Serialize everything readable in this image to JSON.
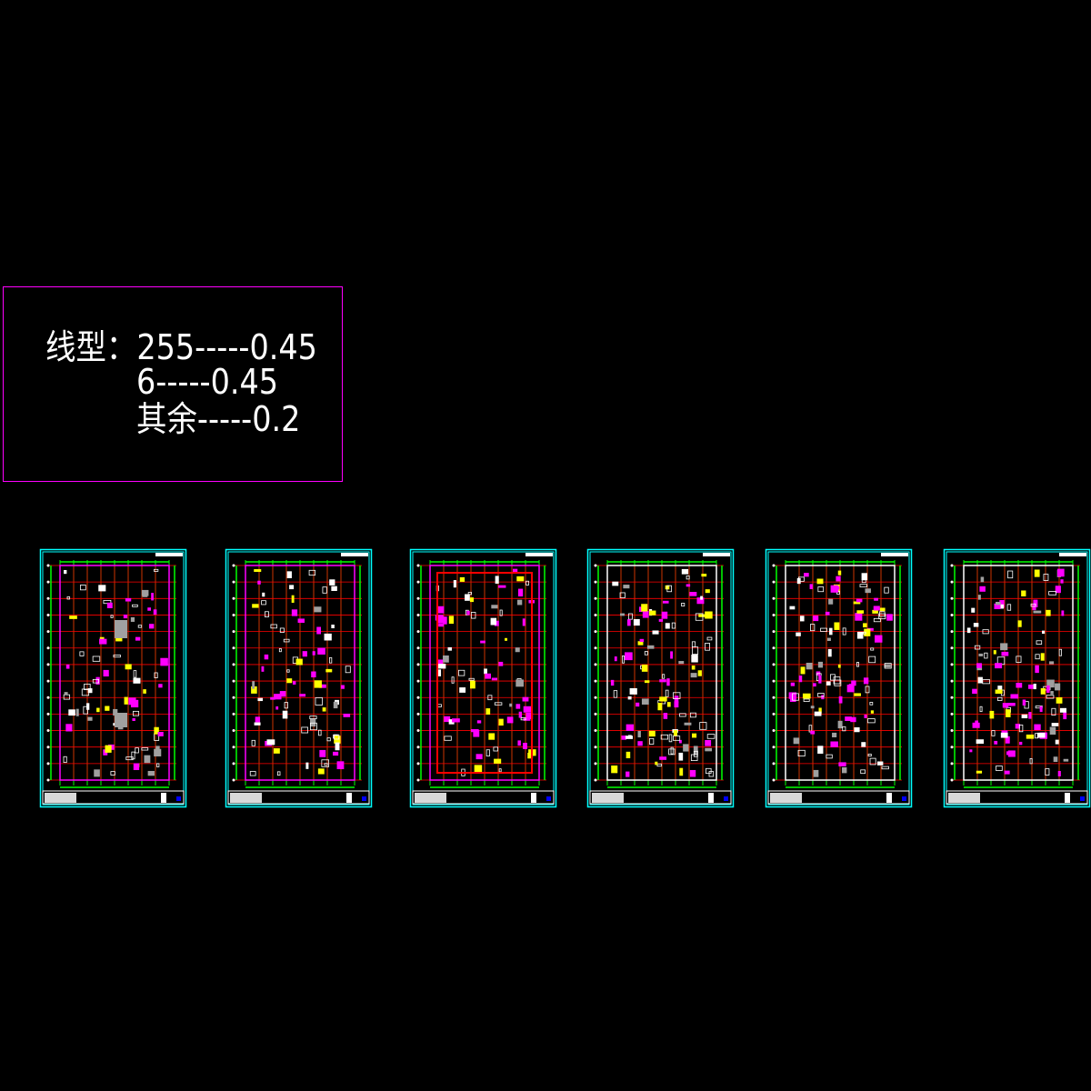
{
  "legend": {
    "title": "线型：",
    "lines": [
      "255-----0.45",
      "6-----0.45",
      "其余-----0.2"
    ]
  },
  "colors": {
    "background": "#000000",
    "legend_border": "#ff00ff",
    "frame": "#00ffff",
    "grid": "#00ff00",
    "axis": "#ff0000",
    "wall": "#ff00ff",
    "fill": "#ffffff",
    "highlight": "#ffff00",
    "gray": "#a0a0a0",
    "logo": "#0000ff"
  },
  "sheets": [
    {
      "variant": "plan-a"
    },
    {
      "variant": "plan-b"
    },
    {
      "variant": "plan-c"
    },
    {
      "variant": "plan-d"
    },
    {
      "variant": "plan-d"
    },
    {
      "variant": "plan-d"
    }
  ]
}
